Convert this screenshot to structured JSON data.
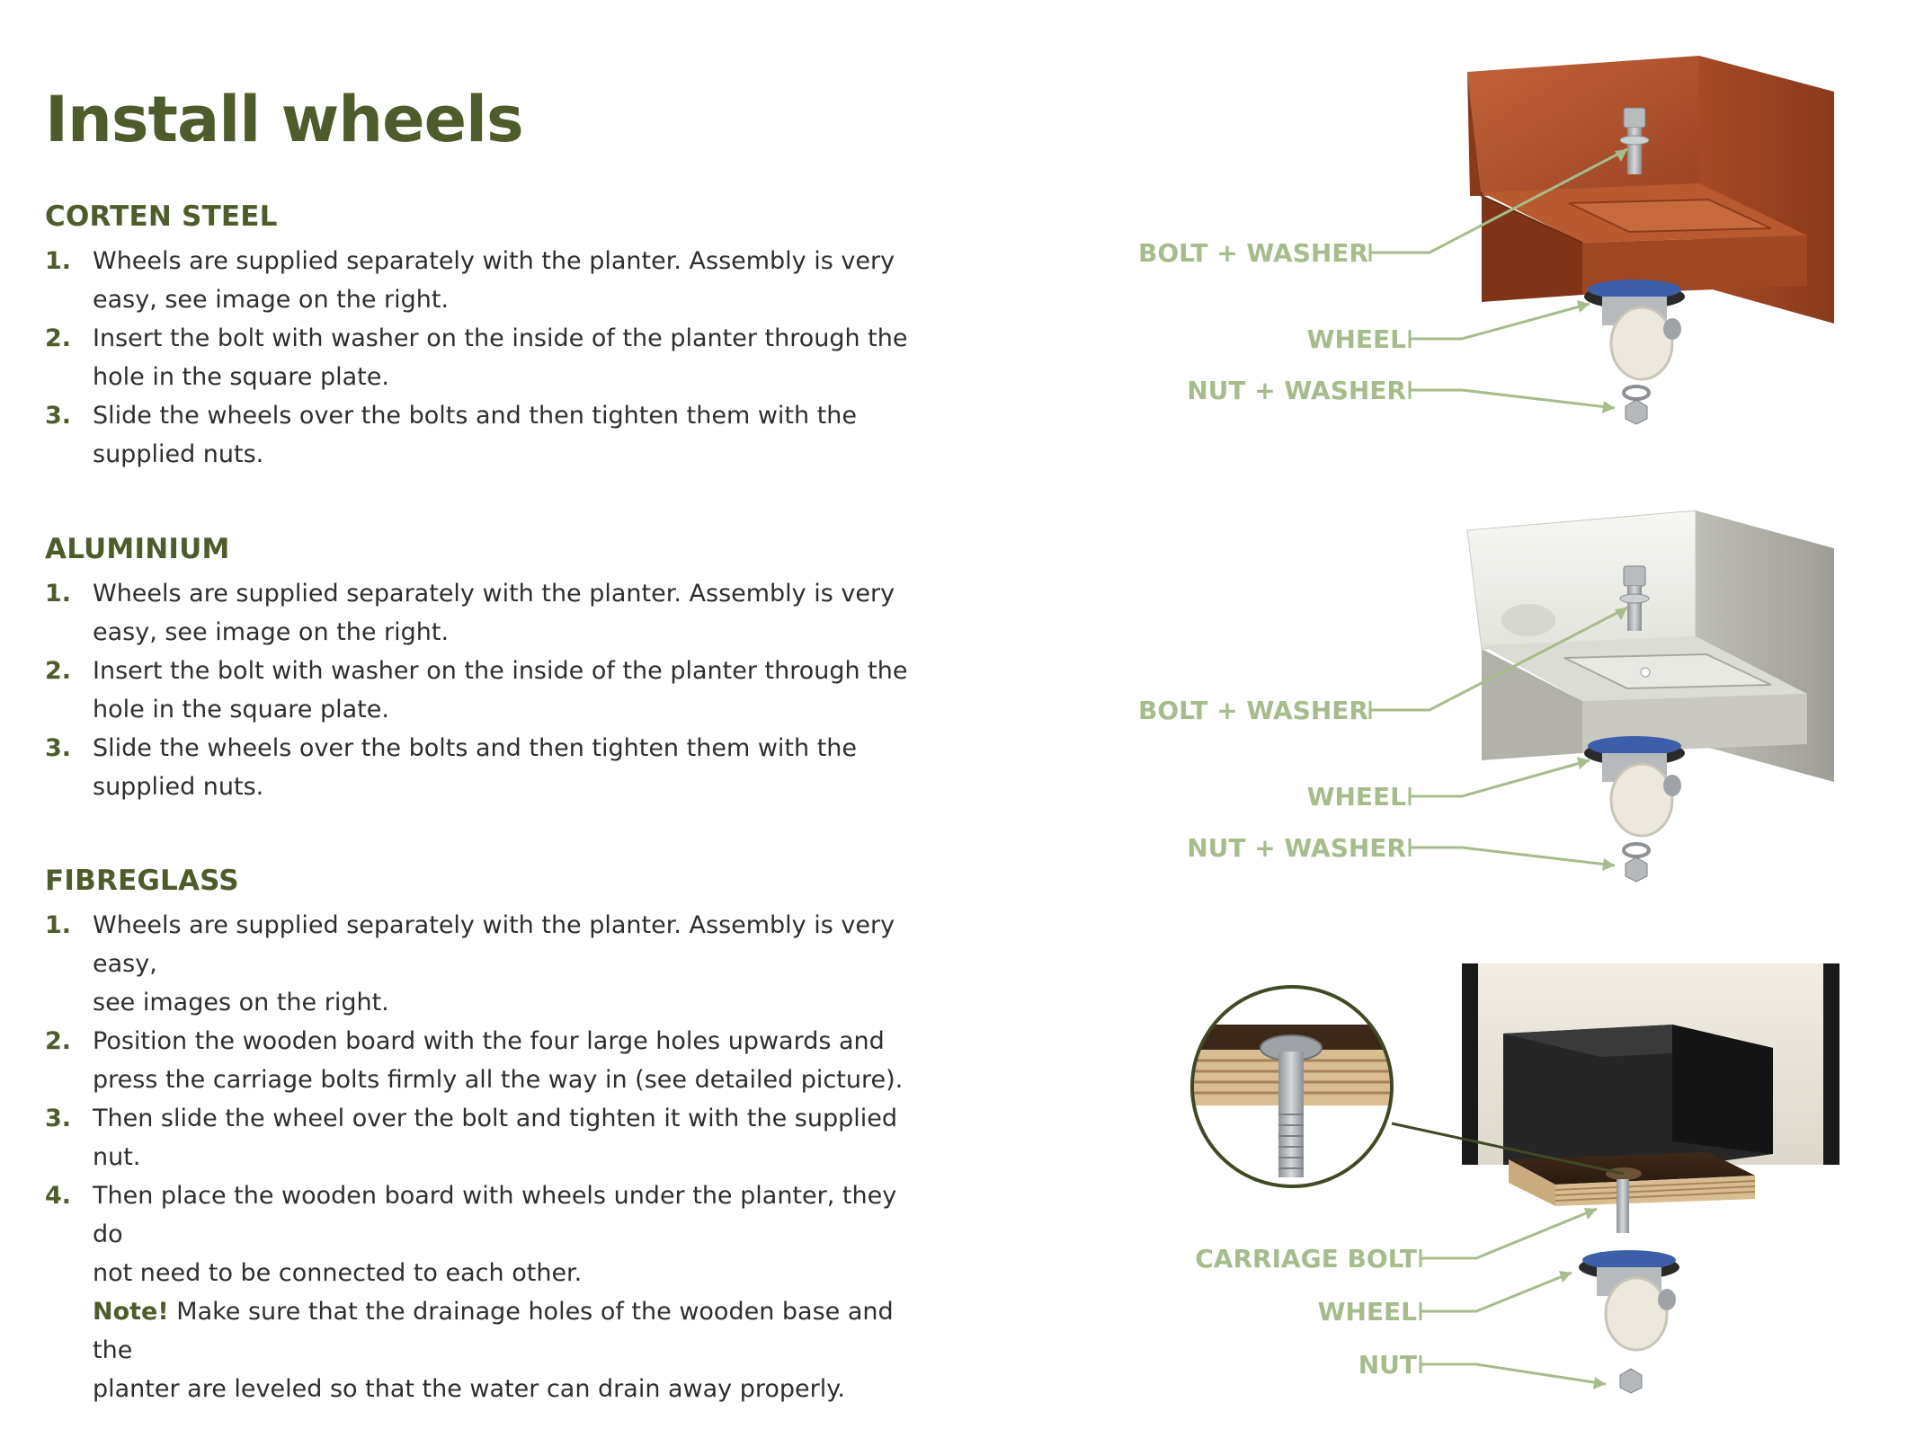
{
  "title": "Install wheels",
  "sections": [
    {
      "heading": "CORTEN STEEL",
      "steps": [
        {
          "num": "1.",
          "lines": [
            "Wheels are supplied separately with the planter. Assembly is very",
            "easy, see image on the right."
          ]
        },
        {
          "num": "2.",
          "lines": [
            "Insert the bolt with washer on the inside of the planter through the",
            "hole in the square plate."
          ]
        },
        {
          "num": "3.",
          "lines": [
            "Slide the wheels over the bolts and then tighten them with the",
            "supplied nuts."
          ]
        }
      ]
    },
    {
      "heading": "ALUMINIUM",
      "steps": [
        {
          "num": "1.",
          "lines": [
            "Wheels are supplied separately with the planter. Assembly is very",
            "easy, see image on the right."
          ]
        },
        {
          "num": "2.",
          "lines": [
            "Insert the bolt with washer on the inside of the planter through the",
            "hole in the square plate."
          ]
        },
        {
          "num": "3.",
          "lines": [
            "Slide the wheels over the bolts and then tighten them with the",
            "supplied nuts."
          ]
        }
      ]
    },
    {
      "heading": "FIBREGLASS",
      "steps": [
        {
          "num": "1.",
          "lines": [
            "Wheels are supplied separately with the planter. Assembly is very easy,",
            "see images on the right."
          ]
        },
        {
          "num": "2.",
          "lines": [
            "Position the wooden board with the four large holes upwards and",
            "press the carriage bolts firmly all the way in (see detailed picture)."
          ]
        },
        {
          "num": "3.",
          "lines": [
            "Then slide the wheel over the bolt and tighten it with the supplied nut."
          ]
        },
        {
          "num": "4.",
          "lines": [
            "Then place the wooden board with wheels under the planter, they do",
            "not need to be connected to each other."
          ]
        }
      ],
      "note": {
        "label": "Note!",
        "lines": [
          " Make sure that the drainage holes of the wooden base and the",
          "planter are leveled so that the water can drain away properly."
        ]
      }
    }
  ],
  "callouts": {
    "corten": [
      "BOLT + WASHER",
      "WHEEL",
      "NUT + WASHER"
    ],
    "aluminium": [
      "BOLT + WASHER",
      "WHEEL",
      "NUT + WASHER"
    ],
    "fibreglass": [
      "CARRIAGE BOLT",
      "WHEEL",
      "NUT"
    ]
  },
  "colors": {
    "heading_green": "#4e5c2b",
    "callout_green": "#a6bc8c",
    "corten": "#b4532c",
    "aluminium": "#d8d8d2",
    "fibreglass": "#1e1e1e",
    "wheel_blue": "#3d5ea8"
  }
}
